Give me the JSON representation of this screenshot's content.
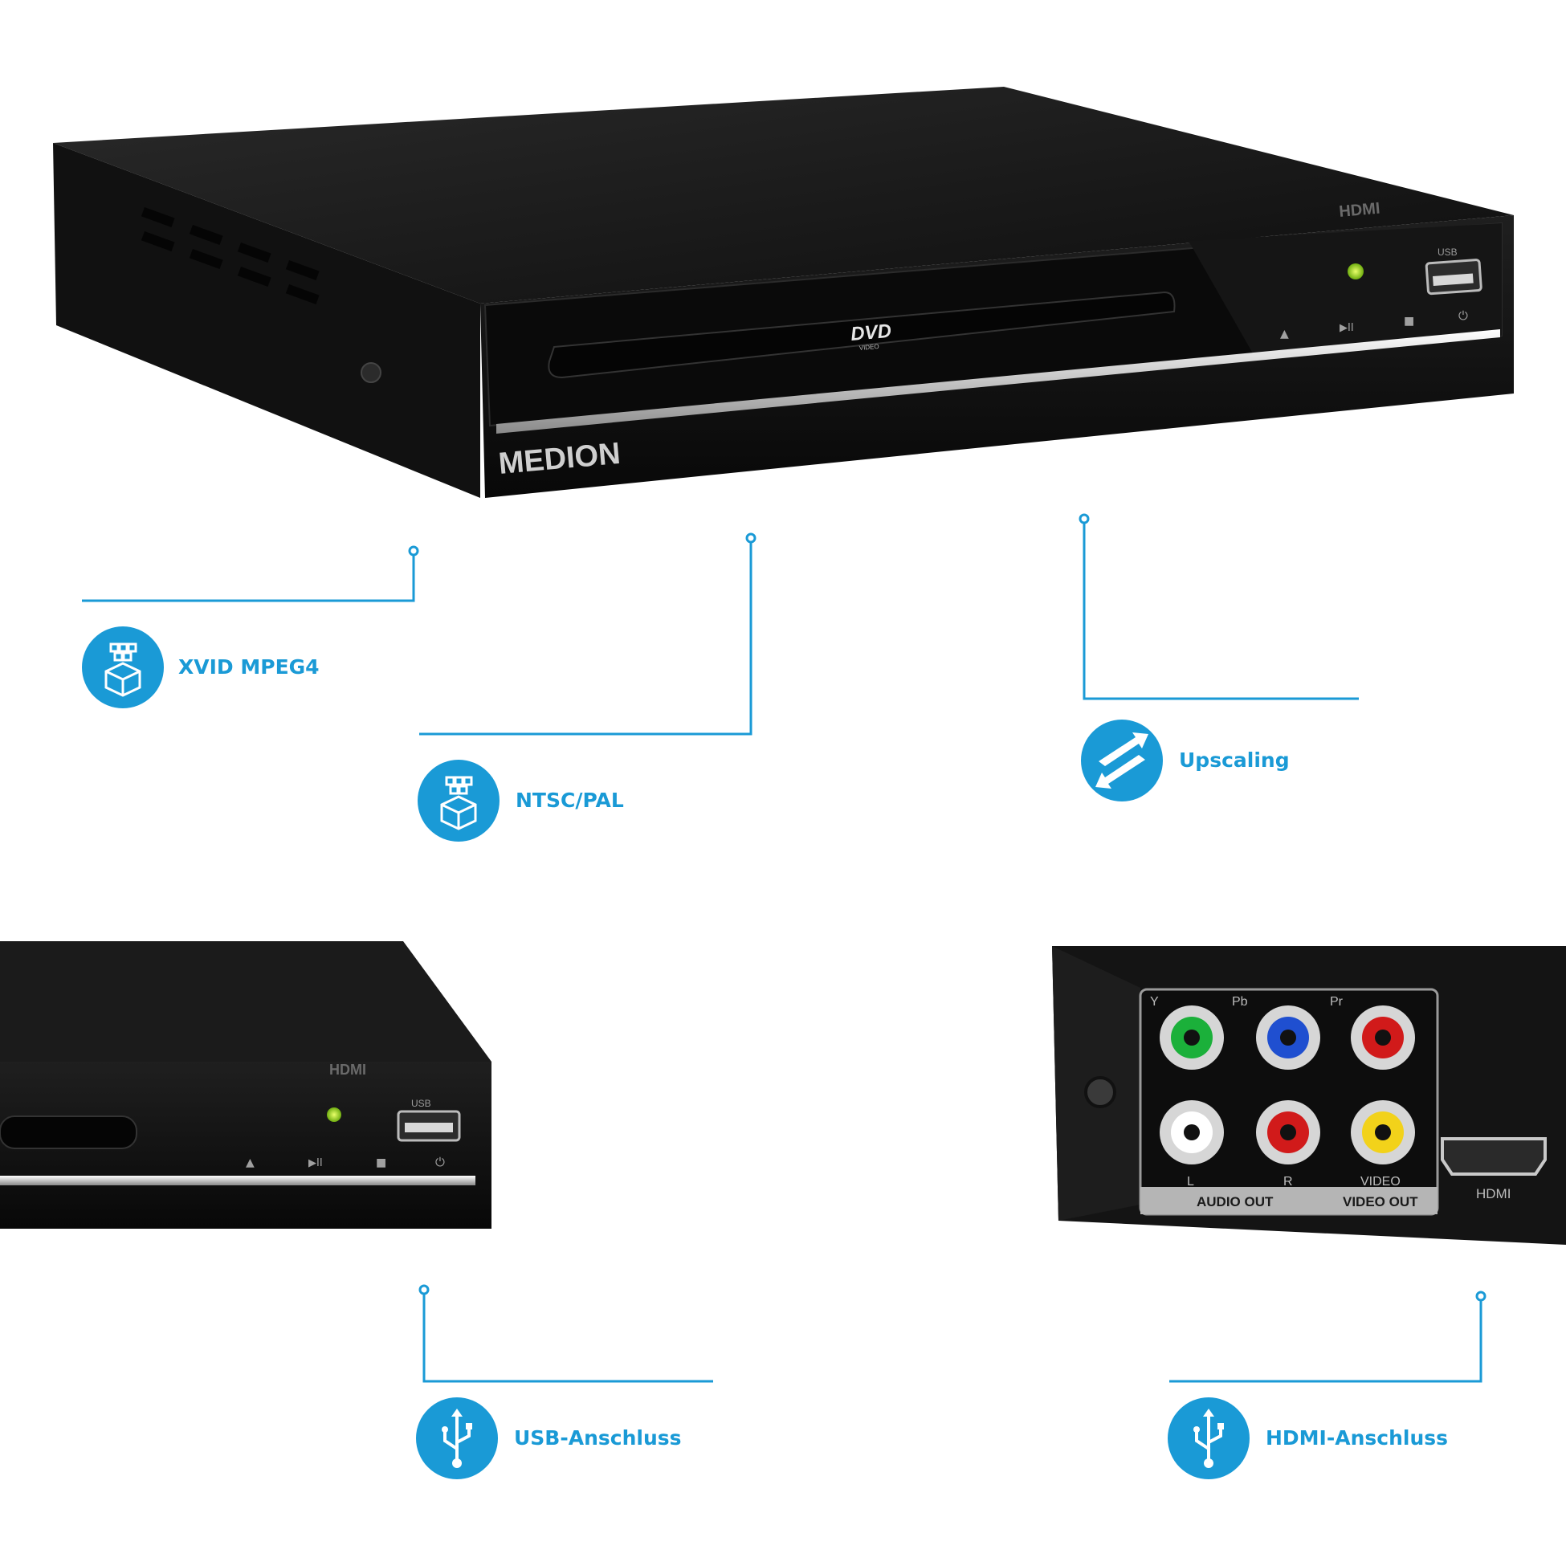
{
  "brand": {
    "logo_text": "MEDION"
  },
  "colors": {
    "accent": "#1a9ad6",
    "device": "#141414",
    "led": "#9bd62a"
  },
  "features": [
    {
      "label": "XVID MPEG4",
      "icon": "box-stack-icon"
    },
    {
      "label": "NTSC/PAL",
      "icon": "box-stack-icon"
    },
    {
      "label": "Upscaling",
      "icon": "arrows-exchange-icon"
    },
    {
      "label": "USB-Anschluss",
      "icon": "usb-icon"
    },
    {
      "label": "HDMI-Anschluss",
      "icon": "usb-icon"
    }
  ],
  "device_front": {
    "disc_logo": "DVD",
    "disc_sub": "VIDEO",
    "usb_label": "USB",
    "hdmi_label": "HDMI",
    "buttons": [
      "▲",
      "▶II",
      "■",
      "⏻"
    ]
  },
  "rear_panel": {
    "top_labels": [
      "Y",
      "Pb",
      "Pr"
    ],
    "bottom_labels": [
      "L",
      "R",
      "VIDEO"
    ],
    "audio_out": "AUDIO OUT",
    "video_out": "VIDEO OUT",
    "hdmi": "HDMI"
  }
}
